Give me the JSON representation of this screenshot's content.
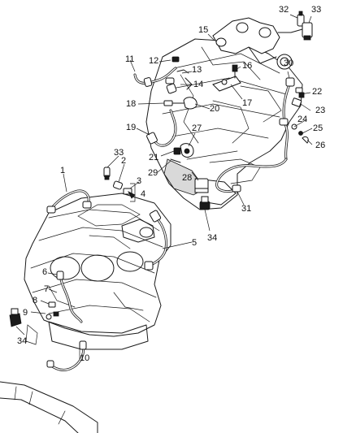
{
  "diagram": {
    "callouts": [
      {
        "id": "c1",
        "label": "1"
      },
      {
        "id": "c2",
        "label": "2"
      },
      {
        "id": "c3",
        "label": "3"
      },
      {
        "id": "c4",
        "label": "4"
      },
      {
        "id": "c5",
        "label": "5"
      },
      {
        "id": "c6",
        "label": "6"
      },
      {
        "id": "c7",
        "label": "7"
      },
      {
        "id": "c8",
        "label": "8"
      },
      {
        "id": "c9",
        "label": "9"
      },
      {
        "id": "c10",
        "label": "10"
      },
      {
        "id": "c11",
        "label": "11"
      },
      {
        "id": "c12",
        "label": "12"
      },
      {
        "id": "c13",
        "label": "13"
      },
      {
        "id": "c14",
        "label": "14"
      },
      {
        "id": "c15",
        "label": "15"
      },
      {
        "id": "c16",
        "label": "16"
      },
      {
        "id": "c17",
        "label": "17"
      },
      {
        "id": "c18",
        "label": "18"
      },
      {
        "id": "c19",
        "label": "19"
      },
      {
        "id": "c20",
        "label": "20"
      },
      {
        "id": "c21",
        "label": "21"
      },
      {
        "id": "c22",
        "label": "22"
      },
      {
        "id": "c23",
        "label": "23"
      },
      {
        "id": "c24",
        "label": "24"
      },
      {
        "id": "c25",
        "label": "25"
      },
      {
        "id": "c26",
        "label": "26"
      },
      {
        "id": "c27",
        "label": "27"
      },
      {
        "id": "c28",
        "label": "28"
      },
      {
        "id": "c29",
        "label": "29"
      },
      {
        "id": "c30",
        "label": "30"
      },
      {
        "id": "c31",
        "label": "31"
      },
      {
        "id": "c32",
        "label": "32"
      },
      {
        "id": "c33a",
        "label": "33"
      },
      {
        "id": "c33b",
        "label": "33"
      },
      {
        "id": "c34a",
        "label": "34"
      },
      {
        "id": "c34b",
        "label": "34"
      }
    ]
  }
}
